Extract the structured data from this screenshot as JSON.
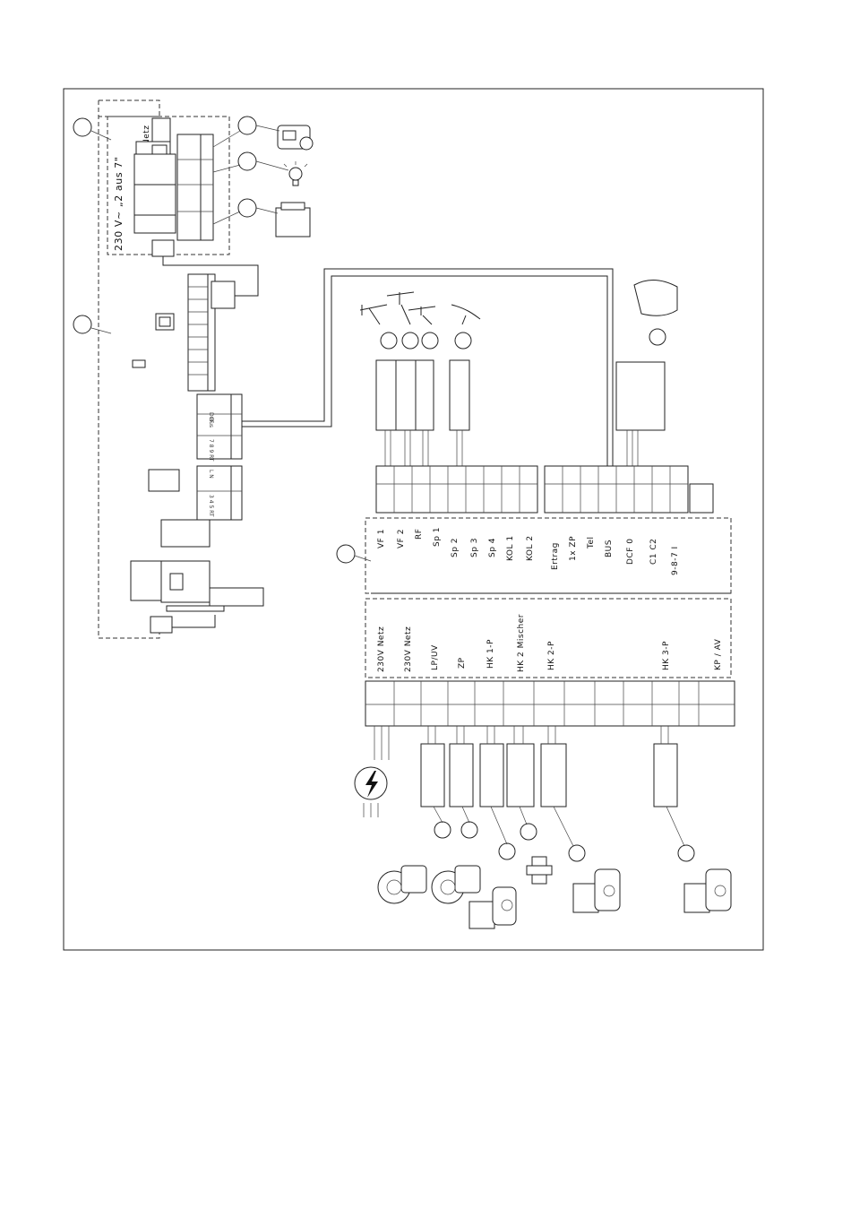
{
  "module_board": {
    "supply_label": "Netz",
    "relay_label": "230 V~ „2 aus 7\"",
    "left_terminals": [
      "DCF",
      "Bus",
      "7 8 9 RT",
      "L N",
      "3 4 5 RT"
    ]
  },
  "low_voltage_terminals": [
    "VF 1",
    "VF 2",
    "RF",
    "Sp 1",
    "Sp 2",
    "Sp 3",
    "Sp 4",
    "KOL 1",
    "KOL 2",
    "Ertrag",
    "1x ZP",
    "Tel",
    "BUS",
    "DCF 0",
    "C1 C2",
    "9-8-7 I"
  ],
  "power_terminals": [
    "230V Netz",
    "230V Netz",
    "LP/UV",
    "ZP",
    "HK 1-P",
    "HK 2 Mischer",
    "HK 2-P",
    "HK 3-P",
    "KP / AV"
  ],
  "icons": {
    "mains": "lightning-bolt-icon",
    "pump": "circulation-pump-icon",
    "mixer": "mixer-valve-icon",
    "sensor": "temperature-sensor-icon",
    "receiver": "dcf-receiver-icon",
    "lamp": "lamp-icon",
    "gas_valve": "gas-valve-icon",
    "relay": "relay-box-icon"
  },
  "colors": {
    "line": "#222222",
    "background": "#ffffff"
  }
}
